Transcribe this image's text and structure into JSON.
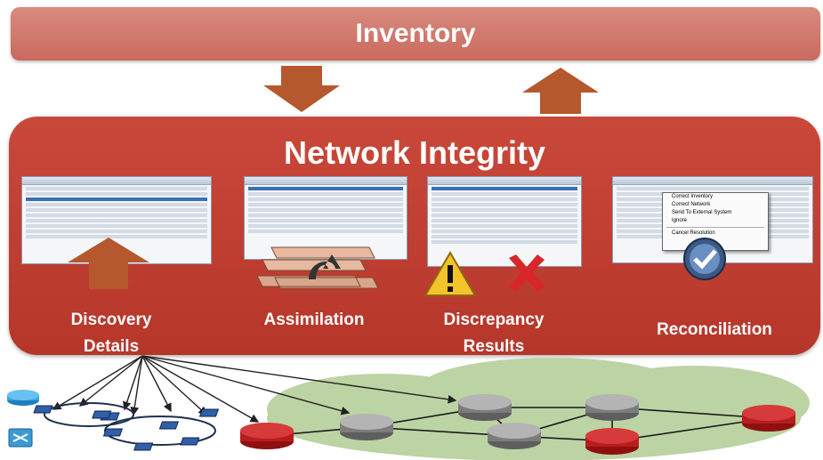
{
  "inventory": {
    "title": "Inventory",
    "color": "#d07a6e"
  },
  "integrity": {
    "title": "Network Integrity",
    "color": "#c0402f"
  },
  "stages": [
    {
      "id": "discovery",
      "label_line1": "Discovery",
      "label_line2": "Details"
    },
    {
      "id": "assimilation",
      "label_line1": "Assimilation",
      "label_line2": ""
    },
    {
      "id": "discrepancy",
      "label_line1": "Discrepancy",
      "label_line2": "Results"
    },
    {
      "id": "reconciliation",
      "label_line1": "Reconciliation",
      "label_line2": ""
    }
  ],
  "reconciliation_menu": {
    "items": [
      "Correct Inventory",
      "Correct Network",
      "Send To External System",
      "Ignore",
      "Cancel Resolution"
    ]
  },
  "arrow_color": "#b5582e",
  "colors": {
    "cloud": "#bfd3a8",
    "router_red": "#c01f1f",
    "router_gray": "#8a8a8a",
    "switch_blue": "#2f5fa8"
  }
}
